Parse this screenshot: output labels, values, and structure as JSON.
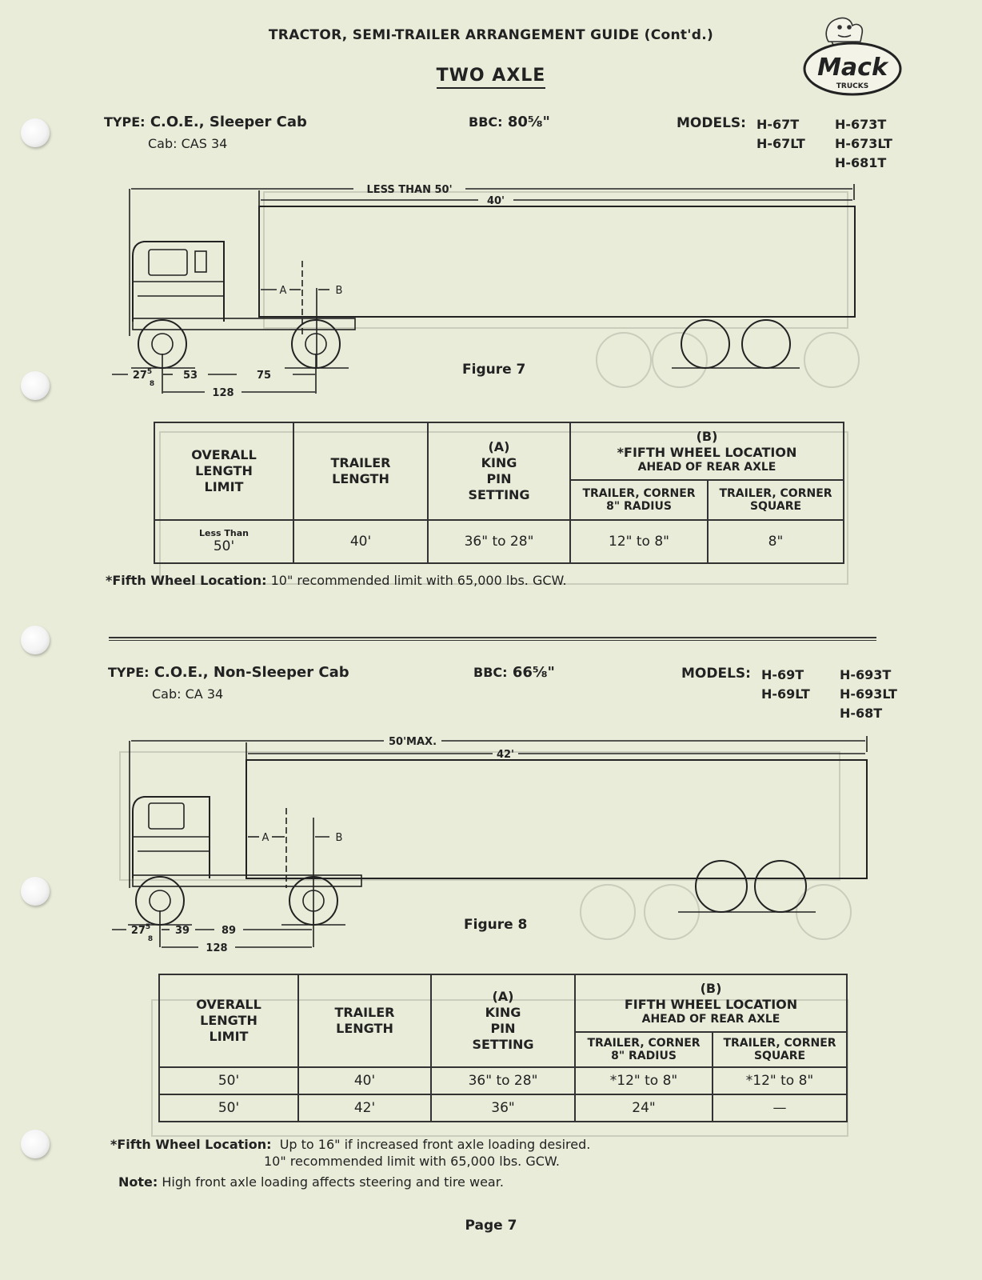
{
  "header": {
    "title": "TRACTOR, SEMI-TRAILER ARRANGEMENT GUIDE (Cont'd.)",
    "subtitle": "TWO AXLE"
  },
  "logo": {
    "brand": "Mack",
    "sub": "TRUCKS",
    "icon": "bulldog-icon"
  },
  "section1": {
    "type_label": "TYPE:",
    "type_value": "C.O.E., Sleeper Cab",
    "cab": "Cab: CAS 34",
    "bbc_label": "BBC:",
    "bbc_value": "80⅝\"",
    "models_label": "MODELS:",
    "models_col1": [
      "H-67T",
      "H-67LT"
    ],
    "models_col2": [
      "H-673T",
      "H-673LT",
      "H-681T"
    ],
    "diagram": {
      "overall": "LESS THAN 50'",
      "trailer": "40'",
      "a": "A",
      "b": "B",
      "dim1_whole": "27",
      "dim1_num": "5",
      "dim1_den": "8",
      "dim2": "53",
      "dim3": "75",
      "wheelbase": "128"
    },
    "figure": "Figure 7",
    "table": {
      "h_overall": [
        "OVERALL",
        "LENGTH",
        "LIMIT"
      ],
      "h_trailer": [
        "TRAILER",
        "LENGTH"
      ],
      "h_king": [
        "(A)",
        "KING",
        "PIN",
        "SETTING"
      ],
      "h_fifth": [
        "(B)",
        "*FIFTH WHEEL LOCATION",
        "AHEAD OF REAR AXLE"
      ],
      "h_radius": [
        "TRAILER, CORNER",
        "8\" RADIUS"
      ],
      "h_square": [
        "TRAILER, CORNER",
        "SQUARE"
      ],
      "rows": [
        {
          "overall_note": "Less Than",
          "overall": "50'",
          "trailer": "40'",
          "king": "36\" to 28\"",
          "radius": "12\" to 8\"",
          "square": "8\""
        }
      ]
    },
    "footnote_label": "*Fifth Wheel Location:",
    "footnote_text": "10\" recommended limit with 65,000 lbs. GCW."
  },
  "section2": {
    "type_label": "TYPE:",
    "type_value": "C.O.E., Non-Sleeper Cab",
    "cab": "Cab: CA 34",
    "bbc_label": "BBC:",
    "bbc_value": "66⅝\"",
    "models_label": "MODELS:",
    "models_col1": [
      "H-69T",
      "H-69LT"
    ],
    "models_col2": [
      "H-693T",
      "H-693LT",
      "H-68T"
    ],
    "diagram": {
      "overall": "50'MAX.",
      "trailer": "42'",
      "a": "A",
      "b": "B",
      "dim1_whole": "27",
      "dim1_num": "5",
      "dim1_den": "8",
      "dim2": "39",
      "dim3": "89",
      "wheelbase": "128"
    },
    "figure": "Figure 8",
    "table": {
      "h_overall": [
        "OVERALL",
        "LENGTH",
        "LIMIT"
      ],
      "h_trailer": [
        "TRAILER",
        "LENGTH"
      ],
      "h_king": [
        "(A)",
        "KING",
        "PIN",
        "SETTING"
      ],
      "h_fifth": [
        "(B)",
        "FIFTH WHEEL LOCATION",
        "AHEAD OF REAR AXLE"
      ],
      "h_radius": [
        "TRAILER, CORNER",
        "8\" RADIUS"
      ],
      "h_square": [
        "TRAILER, CORNER",
        "SQUARE"
      ],
      "rows": [
        {
          "overall": "50'",
          "trailer": "40'",
          "king": "36\" to 28\"",
          "radius": "*12\" to 8\"",
          "square": "*12\" to 8\""
        },
        {
          "overall": "50'",
          "trailer": "42'",
          "king": "36\"",
          "radius": "24\"",
          "square": "—"
        }
      ]
    },
    "footnote_label": "*Fifth Wheel Location:",
    "footnote_line1": "Up to 16\" if increased front axle loading desired.",
    "footnote_line2": "10\" recommended limit with 65,000 lbs. GCW.",
    "note_label": "Note:",
    "note_text": "High front axle loading affects steering and tire wear."
  },
  "page": "Page 7"
}
